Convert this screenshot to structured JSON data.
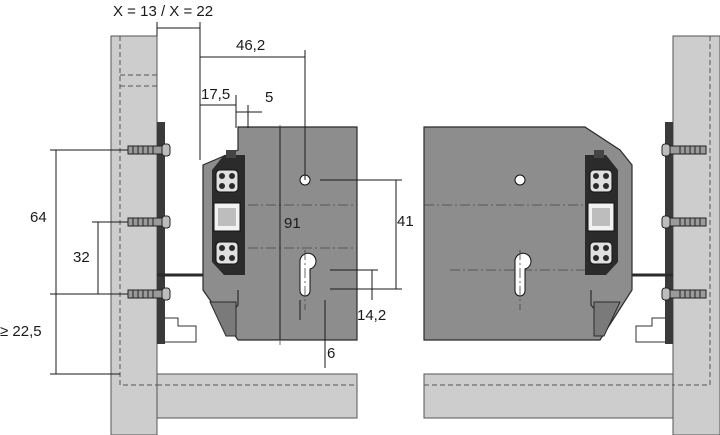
{
  "dimensions": {
    "x_offset": "X = 13 / X = 22",
    "width_46_2": "46,2",
    "width_17_5": "17,5",
    "width_5": "5",
    "height_64": "64",
    "height_32": "32",
    "height_min_22_5": "≥ 22,5",
    "height_91": "91",
    "height_41": "41",
    "height_14_2": "14,2",
    "width_6": "6"
  },
  "colors": {
    "cabinet_panel": "#cdcdcd",
    "bracket_gray": "#8d8d8d",
    "mechanism_dark": "#2b2b2b",
    "line": "#1a1a1a"
  }
}
